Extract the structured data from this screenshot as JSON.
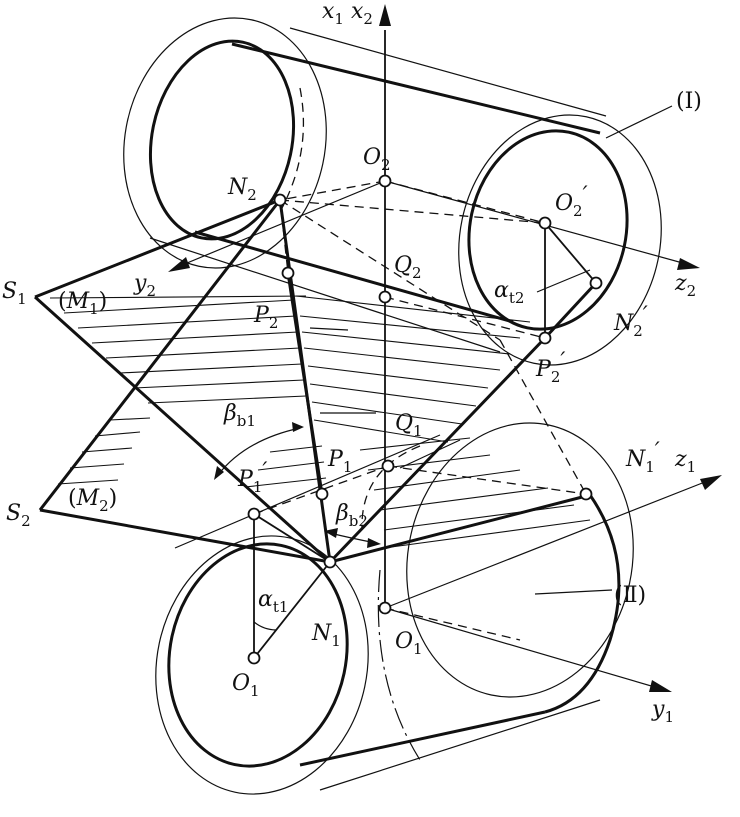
{
  "labels": {
    "x1x2": {
      "main": "x",
      "sub1": "1",
      "mid": " x",
      "sub2": "2"
    },
    "O2": {
      "main": "O",
      "sub": "2"
    },
    "O2p": {
      "main": "O",
      "sub": "2",
      "prime": "′"
    },
    "N2": {
      "main": "N",
      "sub": "2"
    },
    "N2p": {
      "main": "N",
      "sub": "2",
      "prime": "′"
    },
    "Q2": {
      "main": "Q",
      "sub": "2"
    },
    "Q1": {
      "main": "Q",
      "sub": "1"
    },
    "P2": {
      "main": "P",
      "sub": "2"
    },
    "P2p": {
      "main": "P",
      "sub": "2",
      "prime": "′"
    },
    "P1": {
      "main": "P",
      "sub": "1"
    },
    "P1p": {
      "main": "P",
      "sub": "1",
      "prime": "′"
    },
    "N1": {
      "main": "N",
      "sub": "1"
    },
    "N1p": {
      "main": "N",
      "sub": "1",
      "prime": "′"
    },
    "O1a": {
      "main": "O",
      "sub": "1"
    },
    "O1b": {
      "main": "O",
      "sub": "1"
    },
    "S1": {
      "main": "S",
      "sub": "1"
    },
    "S2": {
      "main": "S",
      "sub": "2"
    },
    "M1": {
      "open": "(",
      "main": "M",
      "sub": "1",
      "close": ")"
    },
    "M2": {
      "open": "(",
      "main": "M",
      "sub": "2",
      "close": ")"
    },
    "y2": {
      "main": "y",
      "sub": "2"
    },
    "y1": {
      "main": "y",
      "sub": "1"
    },
    "z2": {
      "main": "z",
      "sub": "2"
    },
    "z1": {
      "main": "z",
      "sub": "1"
    },
    "alpha_t2": {
      "main": "α",
      "sub": "t2"
    },
    "alpha_t1": {
      "main": "α",
      "sub": "t1"
    },
    "beta_b1": {
      "main": "β",
      "sub": "b1"
    },
    "beta_b2": {
      "main": "β",
      "sub": "b2"
    },
    "roman1": "(Ⅰ)",
    "roman2": "(Ⅱ)"
  }
}
